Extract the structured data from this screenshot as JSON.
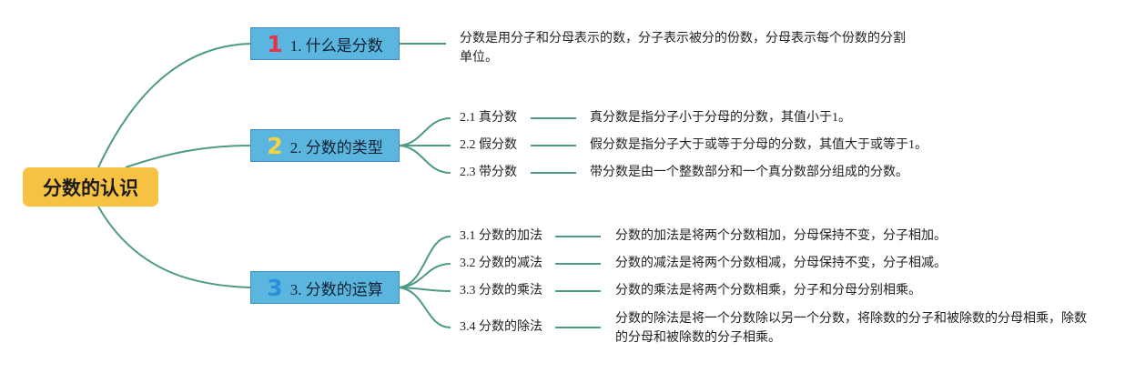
{
  "root": {
    "title": "分数的认识"
  },
  "branches": [
    {
      "badge": "1",
      "label": "1. 什么是分数",
      "description": "分数是用分子和分母表示的数，分子表示被分的份数，分母表示每个份数的分割单位。"
    },
    {
      "badge": "2",
      "label": "2. 分数的类型",
      "children": [
        {
          "label": "2.1 真分数",
          "description": "真分数是指分子小于分母的分数，其值小于1。"
        },
        {
          "label": "2.2 假分数",
          "description": "假分数是指分子大于或等于分母的分数，其值大于或等于1。"
        },
        {
          "label": "2.3 带分数",
          "description": "带分数是由一个整数部分和一个真分数部分组成的分数。"
        }
      ]
    },
    {
      "badge": "3",
      "label": "3. 分数的运算",
      "children": [
        {
          "label": "3.1 分数的加法",
          "description": "分数的加法是将两个分数相加，分母保持不变，分子相加。"
        },
        {
          "label": "3.2 分数的减法",
          "description": "分数的减法是将两个分数相减，分母保持不变，分子相减。"
        },
        {
          "label": "3.3 分数的乘法",
          "description": "分数的乘法是将两个分数相乘，分子和分母分别相乘。"
        },
        {
          "label": "3.4 分数的除法",
          "description": "分数的除法是将一个分数除以另一个分数，将除数的分子和被除数的分母相乘，除数的分母和被除数的分子相乘。"
        }
      ]
    }
  ],
  "colors": {
    "root_fill": "#f7c243",
    "branch_fill": "#5ab6df",
    "connector": "#4e9a86",
    "badge_1": "#e8334d",
    "badge_2": "#f8d33c",
    "badge_3": "#2a8fd8"
  }
}
